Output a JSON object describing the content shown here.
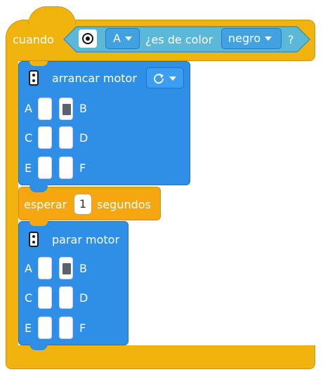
{
  "hat": {
    "label": "cuando",
    "port_value": "A",
    "condition_text": "¿es de color",
    "color_value": "negro",
    "question": "?",
    "sensor_icon": "color-sensor-icon"
  },
  "start_motor": {
    "label": "arrancar motor",
    "icon": "motor-icon",
    "direction_icon": "rotate-clockwise-icon",
    "ports": [
      {
        "left": "A",
        "right": "B",
        "left_selected": false,
        "right_selected": true
      },
      {
        "left": "C",
        "right": "D",
        "left_selected": false,
        "right_selected": false
      },
      {
        "left": "E",
        "right": "F",
        "left_selected": false,
        "right_selected": false
      }
    ]
  },
  "wait": {
    "label_before": "esperar",
    "value": "1",
    "label_after": "segundos"
  },
  "stop_motor": {
    "label": "parar motor",
    "icon": "motor-icon",
    "ports": [
      {
        "left": "A",
        "right": "B",
        "left_selected": false,
        "right_selected": true
      },
      {
        "left": "C",
        "right": "D",
        "left_selected": false,
        "right_selected": false
      },
      {
        "left": "E",
        "right": "F",
        "left_selected": false,
        "right_selected": false
      }
    ]
  },
  "colors": {
    "event_yellow": "#f1b30e",
    "motor_blue": "#2f8fe6",
    "sensor_teal": "#5bb8d9",
    "control_orange": "#f6a70f"
  }
}
